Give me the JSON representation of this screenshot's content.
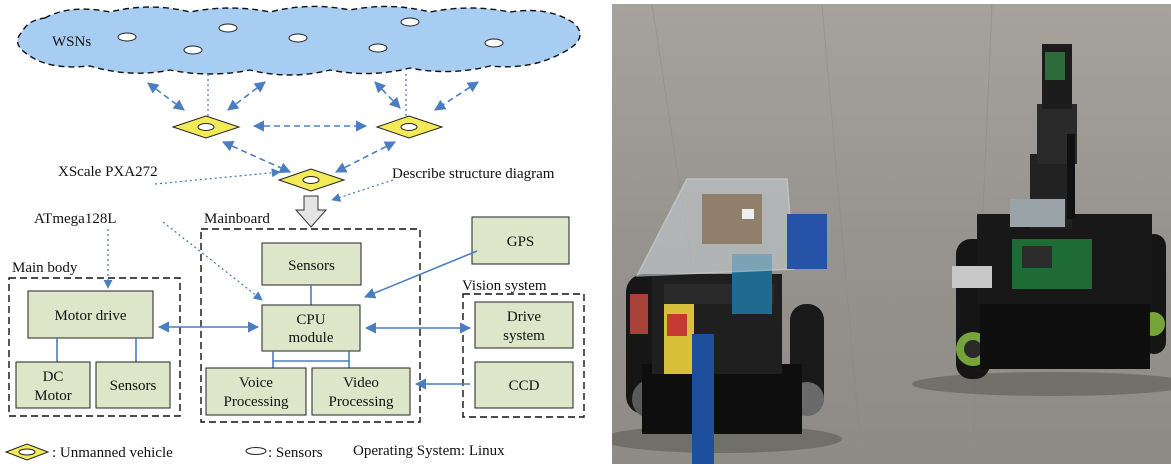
{
  "diagram": {
    "cloud_label": "WSNs",
    "cpu_labels": {
      "xscale": "XScale  PXA272",
      "atmega": "ATmega128L"
    },
    "describe_label": "Describe structure diagram",
    "groups": {
      "mainboard": "Mainboard",
      "main_body": "Main body",
      "vision_system": "Vision system"
    },
    "boxes": {
      "sensors_main": "Sensors",
      "cpu_line1": "CPU",
      "cpu_line2": "module",
      "voice_line1": "Voice",
      "voice_line2": "Processing",
      "video_line1": "Video",
      "video_line2": "Processing",
      "motor_drive": "Motor drive",
      "dc_line1": "DC",
      "dc_line2": "Motor",
      "sensors_body": "Sensors",
      "gps": "GPS",
      "drive_line1": "Drive",
      "drive_line2": "system",
      "ccd": "CCD"
    },
    "legend": {
      "vehicle": ": Unmanned vehicle",
      "sensors": ": Sensors",
      "os": "Operating System: Linux"
    }
  },
  "photo": {
    "description_icon": "two-robot-vehicles-photo"
  }
}
